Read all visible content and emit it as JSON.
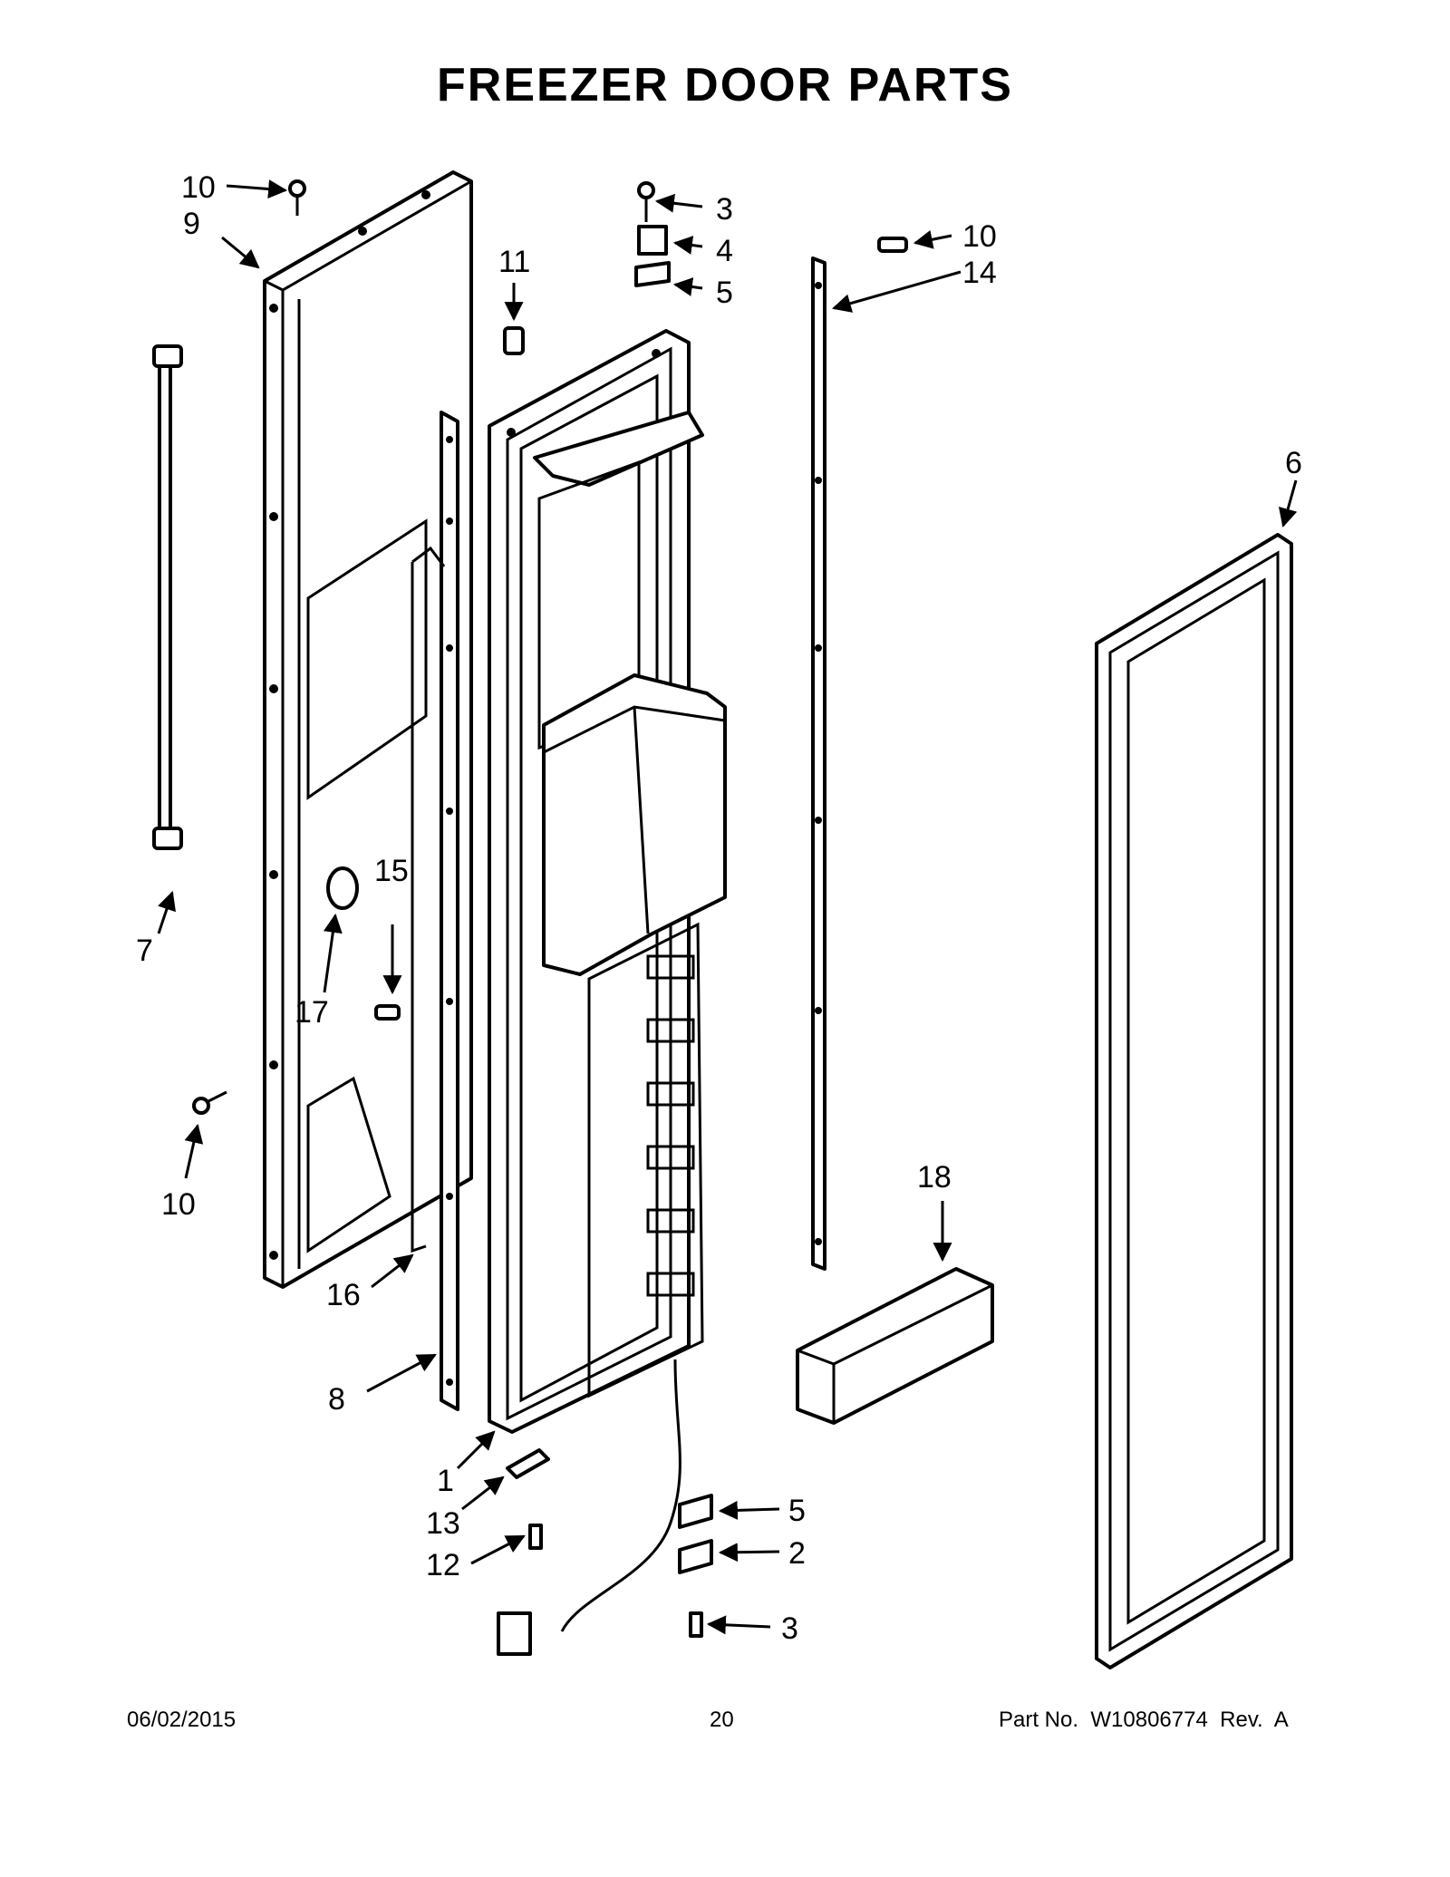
{
  "title": "FREEZER DOOR PARTS",
  "footer": {
    "date": "06/02/2015",
    "page": "20",
    "part_no": "Part No.  W10806774  Rev.  A"
  },
  "callouts": [
    {
      "id": "c10a",
      "text": "10"
    },
    {
      "id": "c9",
      "text": "9"
    },
    {
      "id": "c11",
      "text": "11"
    },
    {
      "id": "c3a",
      "text": "3"
    },
    {
      "id": "c4",
      "text": "4"
    },
    {
      "id": "c5a",
      "text": "5"
    },
    {
      "id": "c10b",
      "text": "10"
    },
    {
      "id": "c14",
      "text": "14"
    },
    {
      "id": "c6",
      "text": "6"
    },
    {
      "id": "c7",
      "text": "7"
    },
    {
      "id": "c15",
      "text": "15"
    },
    {
      "id": "c17",
      "text": "17"
    },
    {
      "id": "c10c",
      "text": "10"
    },
    {
      "id": "c16",
      "text": "16"
    },
    {
      "id": "c8",
      "text": "8"
    },
    {
      "id": "c18",
      "text": "18"
    },
    {
      "id": "c1",
      "text": "1"
    },
    {
      "id": "c13",
      "text": "13"
    },
    {
      "id": "c12",
      "text": "12"
    },
    {
      "id": "c5b",
      "text": "5"
    },
    {
      "id": "c2",
      "text": "2"
    },
    {
      "id": "c3b",
      "text": "3"
    }
  ]
}
